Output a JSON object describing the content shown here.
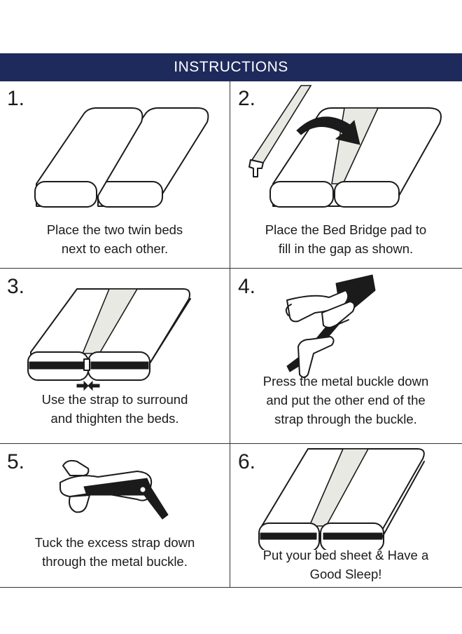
{
  "header": {
    "title": "INSTRUCTIONS"
  },
  "steps": [
    {
      "number": "1.",
      "lines": [
        "Place the two twin beds",
        "next to each other."
      ]
    },
    {
      "number": "2.",
      "lines": [
        "Place the Bed Bridge pad to",
        "fill in the gap as shown."
      ]
    },
    {
      "number": "3.",
      "lines": [
        "Use the strap to surround",
        "and thighten the beds."
      ]
    },
    {
      "number": "4.",
      "lines": [
        "Press the metal buckle down",
        "and put the other end of the",
        "strap through the buckle."
      ]
    },
    {
      "number": "5.",
      "lines": [
        "Tuck the excess strap down",
        "through the metal buckle."
      ]
    },
    {
      "number": "6.",
      "lines": [
        "Put your bed sheet & Have a",
        "Good Sleep!"
      ]
    }
  ],
  "colors": {
    "header_bg": "#1f2a5c",
    "header_text": "#ffffff",
    "line": "#1b1b1b",
    "pad": "#e9e9e4"
  }
}
